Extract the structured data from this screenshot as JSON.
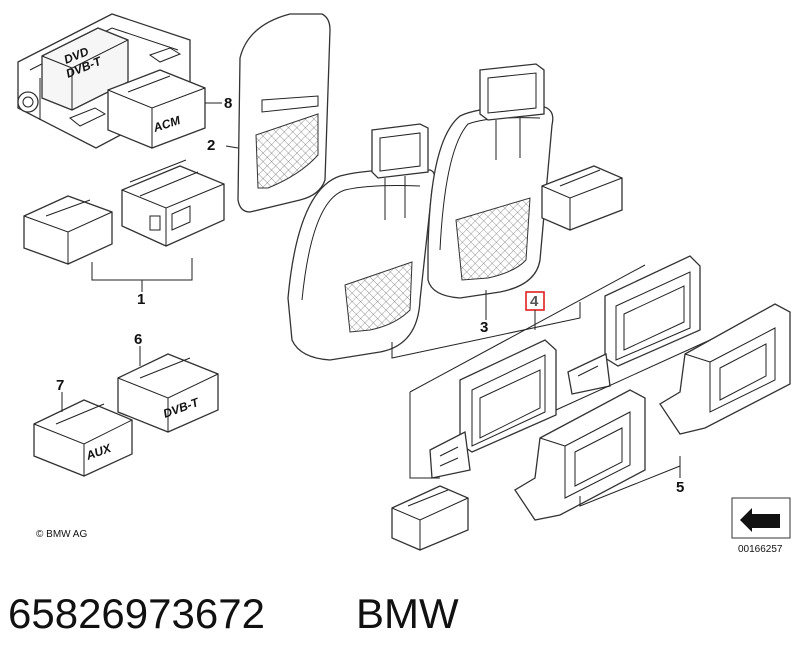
{
  "callouts": {
    "c1": "1",
    "c2": "2",
    "c3": "3",
    "c4": "4",
    "c5": "5",
    "c6": "6",
    "c7": "7",
    "c8": "8"
  },
  "box_labels": {
    "acm": "ACM",
    "dvbt": "DVB-T",
    "aux": "AUX",
    "dvd_line1": "DVD",
    "dvd_line2": "DVB-T"
  },
  "copyright": "© BMW AG",
  "diagram_number": "00166257",
  "footer": {
    "part_number": "65826973672",
    "brand": "BMW"
  },
  "colors": {
    "line": "#222222",
    "highlight": "#e02020"
  }
}
